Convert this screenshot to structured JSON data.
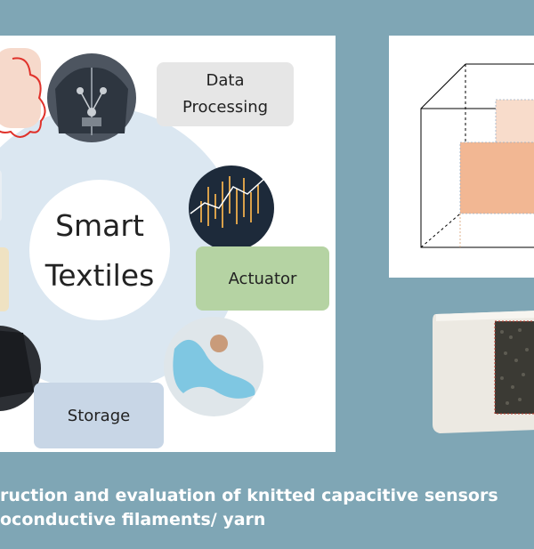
{
  "diagram": {
    "hub_line1": "Smart",
    "hub_line2": "Textiles",
    "nodes": {
      "data_processing": "Data\nProcessing",
      "actuator": "Actuator",
      "storage": "Storage"
    }
  },
  "caption": {
    "line1": "ruction and evaluation of knitted capacitive sensors",
    "line2": "oconductive filaments/ yarn"
  },
  "colors": {
    "background": "#7fa6b5",
    "hub_fill": "#dbe7f1",
    "actuator_fill": "#b5d3a3",
    "storage_fill": "#c8d6e6",
    "data_processing_fill": "#e6e6e6",
    "sensor_fill": "#f2b793"
  }
}
